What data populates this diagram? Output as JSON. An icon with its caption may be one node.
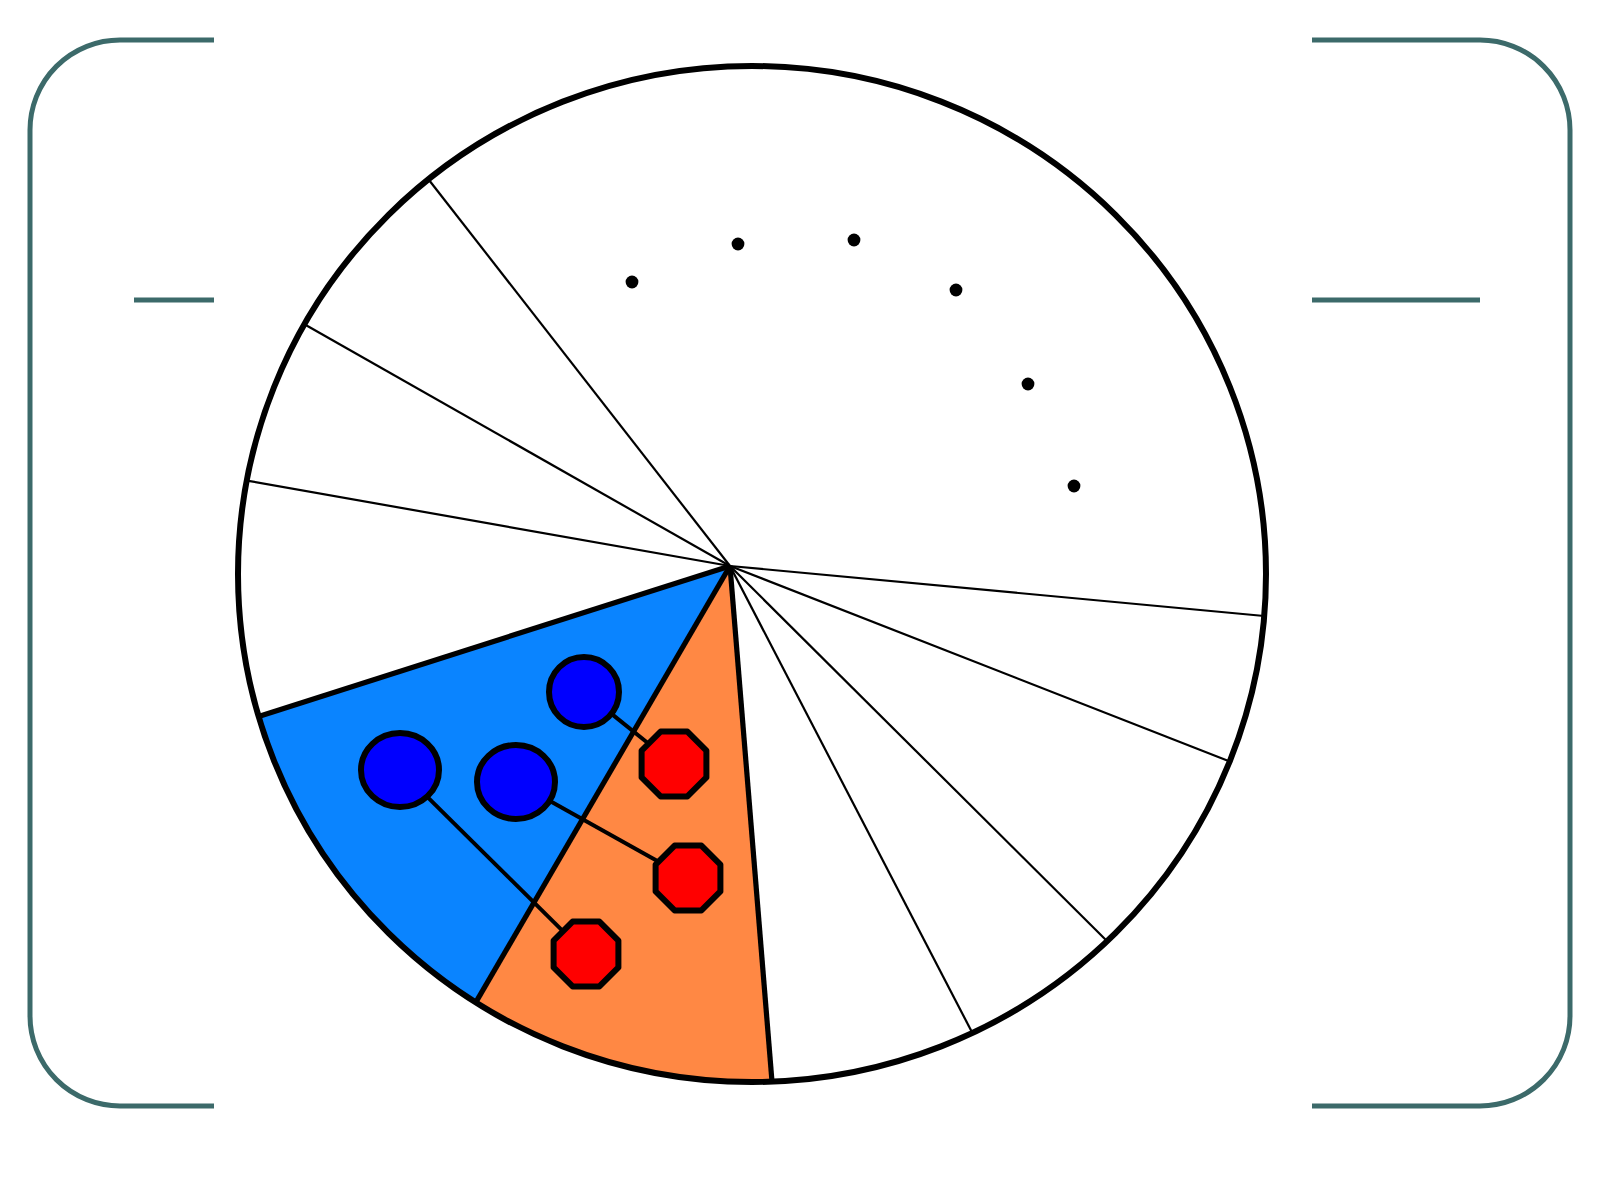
{
  "diagram": {
    "nodes": [
      {
        "text": [],
        "shape": "circle"
      },
      {
        "text": [],
        "shape": "circle"
      },
      {
        "text": [],
        "shape": "circle"
      },
      {
        "text": [],
        "shape": "octagon"
      },
      {
        "text": [],
        "shape": "octagon"
      },
      {
        "text": [],
        "shape": "octagon"
      }
    ],
    "edges": [
      {
        "from": 0,
        "to": 5,
        "arrow": "none"
      },
      {
        "from": 1,
        "to": 4,
        "arrow": "none"
      },
      {
        "from": 2,
        "to": 3,
        "arrow": "none"
      }
    ]
  }
}
